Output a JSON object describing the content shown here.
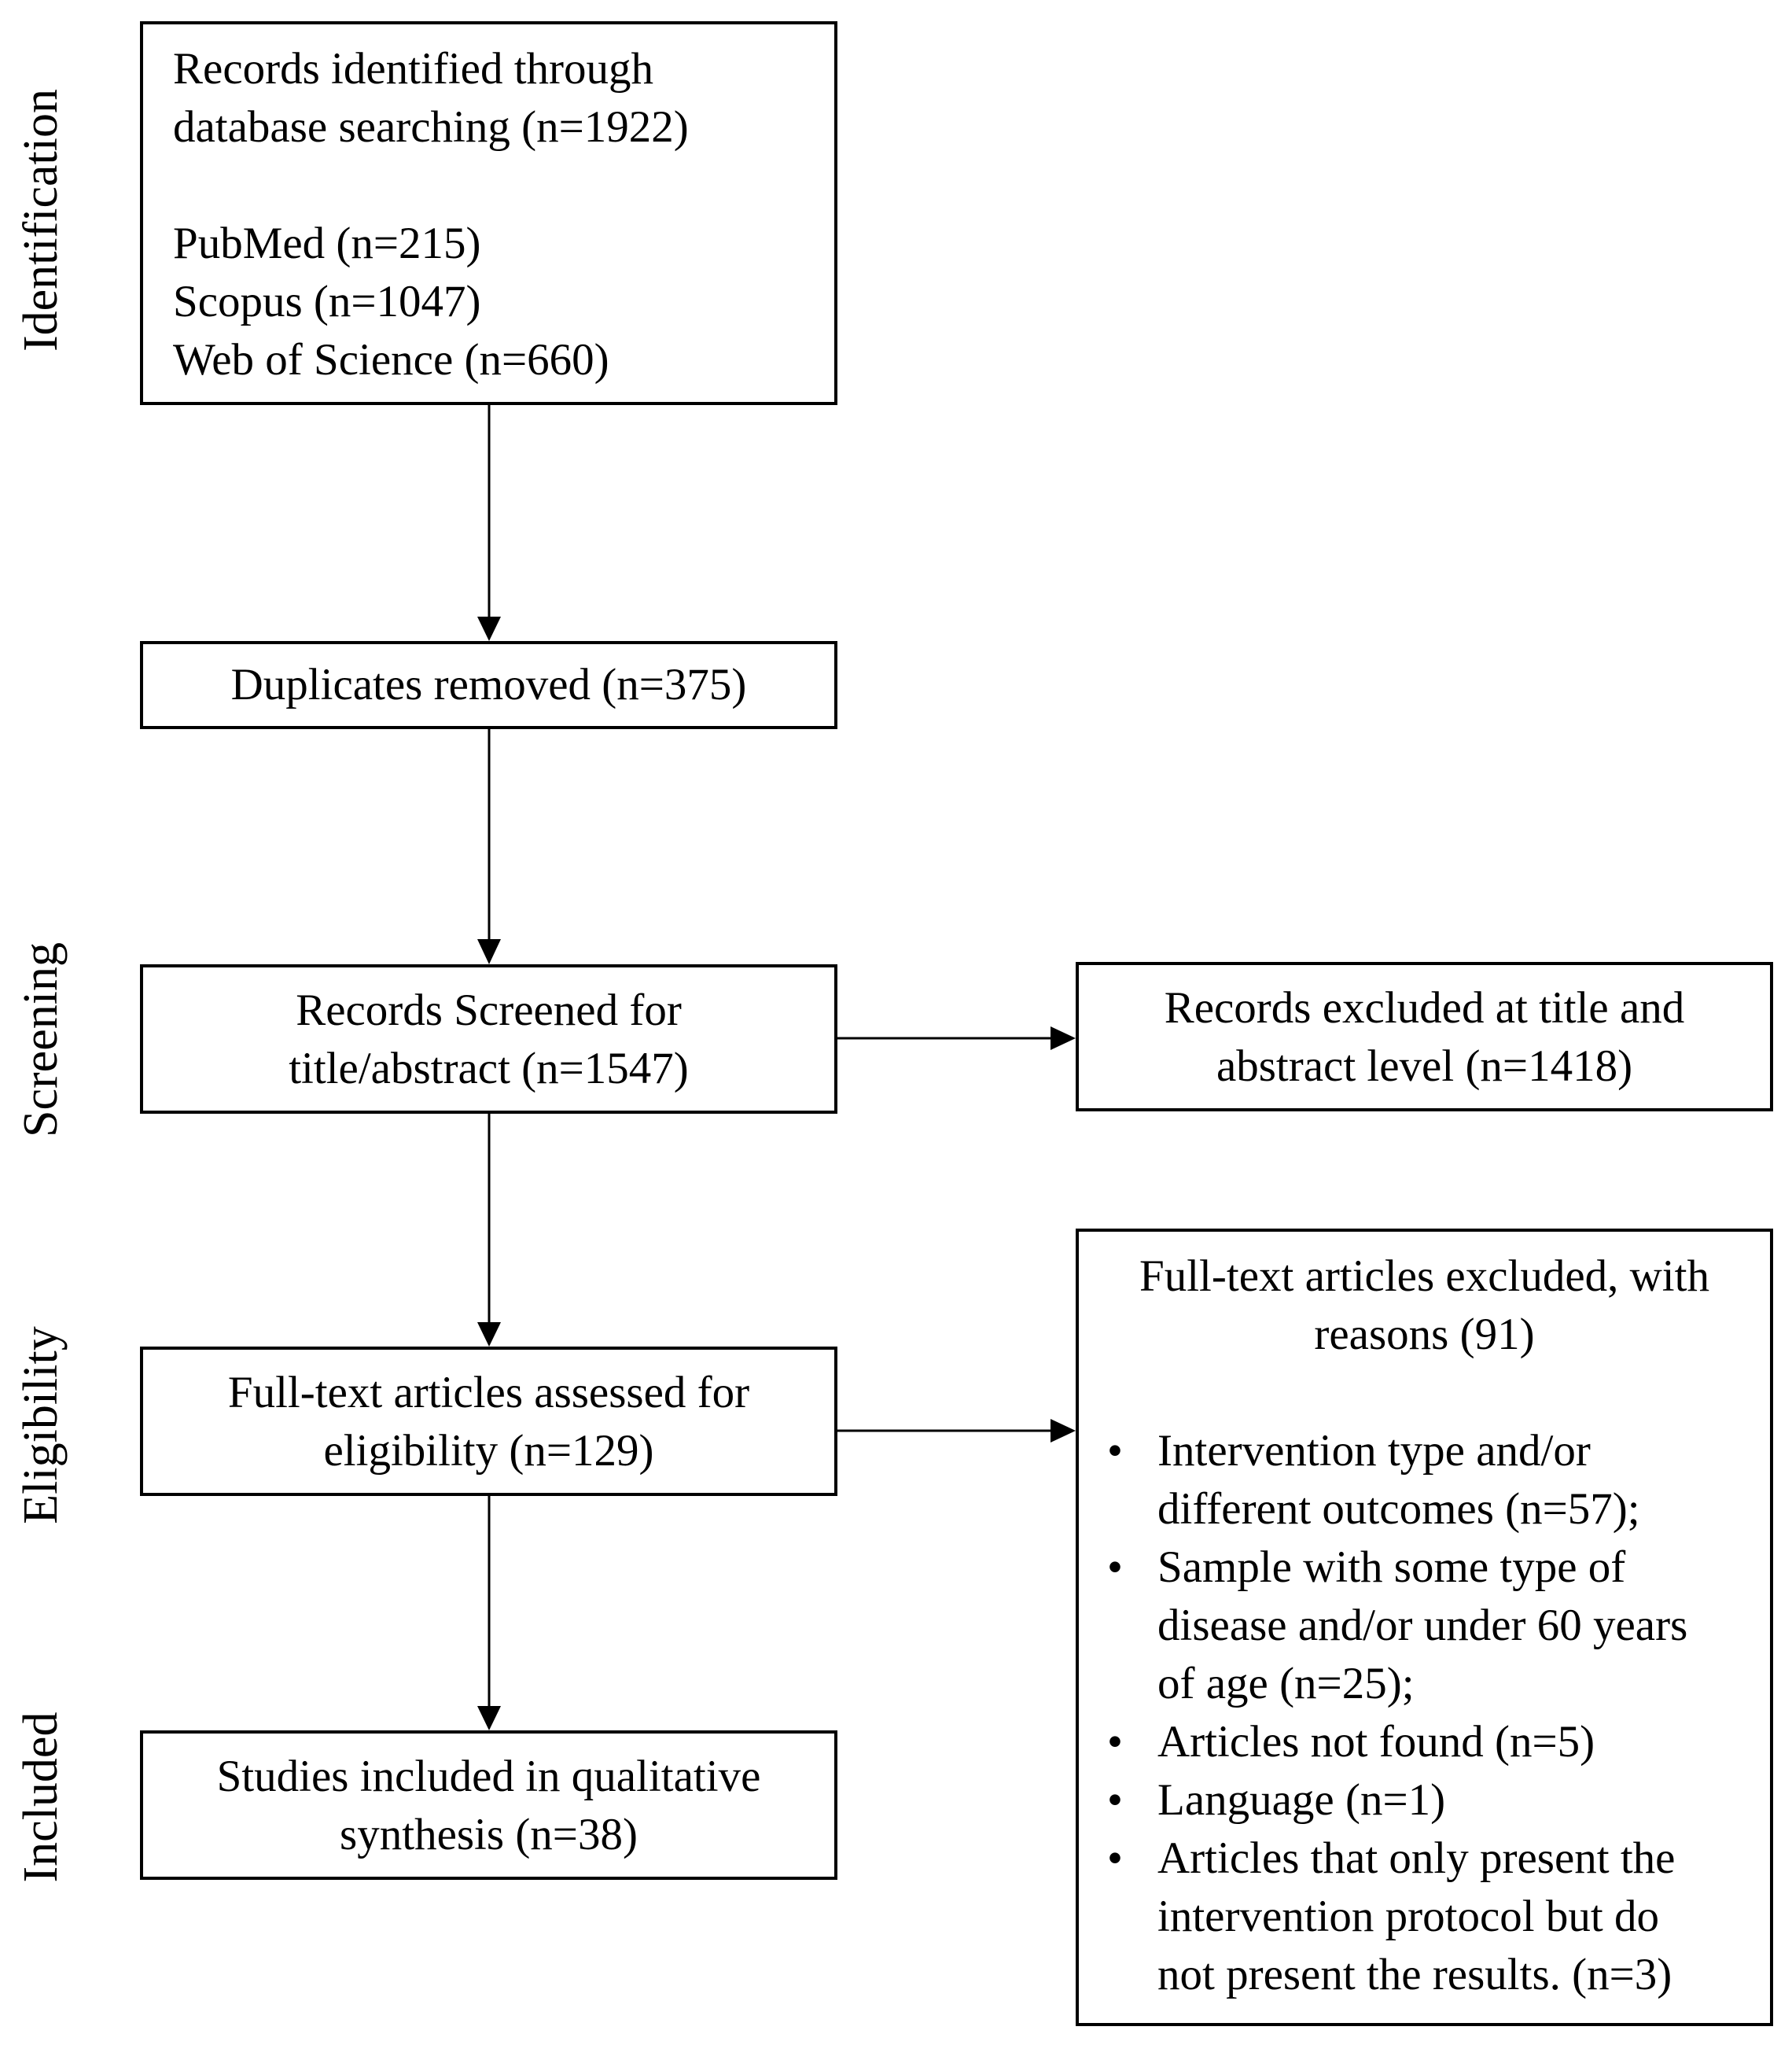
{
  "phases": {
    "identification": "Identification",
    "screening": "Screening",
    "eligibility": "Eligibility",
    "included": "Included"
  },
  "boxes": {
    "records_identified": {
      "line1": "Records identified through",
      "line2": "database searching (n=1922)",
      "sources": [
        "PubMed (n=215)",
        "Scopus (n=1047)",
        "Web of Science (n=660)"
      ]
    },
    "duplicates_removed": {
      "line1": "Duplicates removed (n=375)"
    },
    "records_screened": {
      "line1": "Records Screened for",
      "line2": "title/abstract (n=1547)"
    },
    "records_excluded": {
      "line1": "Records excluded at title and",
      "line2": "abstract level (n=1418)"
    },
    "fulltext_assessed": {
      "line1": "Full-text articles assessed for",
      "line2": "eligibility (n=129)"
    },
    "fulltext_excluded": {
      "line1": "Full-text articles excluded, with",
      "line2": "reasons (91)",
      "bullet": "•",
      "reasons": [
        [
          "Intervention type and/or",
          "different outcomes (n=57);"
        ],
        [
          "Sample with some type of",
          "disease and/or under 60 years",
          "of age (n=25);"
        ],
        [
          "Articles not found (n=5)"
        ],
        [
          "Language (n=1)"
        ],
        [
          "Articles that only present the",
          "intervention protocol but do",
          "not present the results. (n=3)"
        ]
      ]
    },
    "studies_included": {
      "line1": "Studies included in qualitative",
      "line2": "synthesis (n=38)"
    }
  }
}
